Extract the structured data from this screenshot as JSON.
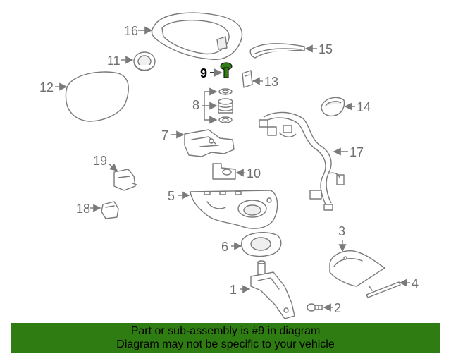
{
  "diagram": {
    "callouts": [
      "1",
      "2",
      "3",
      "4",
      "5",
      "6",
      "7",
      "8",
      "9",
      "10",
      "11",
      "12",
      "13",
      "14",
      "15",
      "16",
      "17",
      "18",
      "19"
    ],
    "highlighted_part": "9",
    "highlight_color": "#2f7d12"
  },
  "banner": {
    "line1": "Part or sub-assembly is #9 in diagram",
    "line2": "Diagram may not be specific to your vehicle",
    "background": "#2f7d12"
  }
}
